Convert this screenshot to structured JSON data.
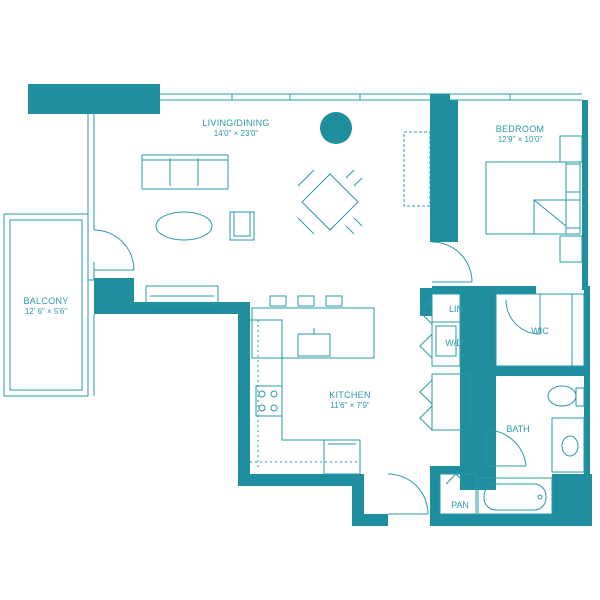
{
  "colors": {
    "wall": "#1f8fa0",
    "line": "#2a98a8",
    "background": "#ffffff"
  },
  "rooms": {
    "living": {
      "name": "LIVING/DINING",
      "dims": "14'0\" × 23'0\""
    },
    "bedroom": {
      "name": "BEDROOM",
      "dims": "12'9\" × 10'0\""
    },
    "balcony": {
      "name": "BALCONY",
      "dims": "12' 6\" × 5'6\""
    },
    "kitchen": {
      "name": "KITCHEN",
      "dims": "11'6\" × 7'9\""
    },
    "bath": {
      "name": "BATH"
    },
    "wic": {
      "name": "WIC"
    },
    "lin": {
      "name": "LIN"
    },
    "wd": {
      "name": "W/D"
    },
    "pan": {
      "name": "PAN"
    }
  }
}
